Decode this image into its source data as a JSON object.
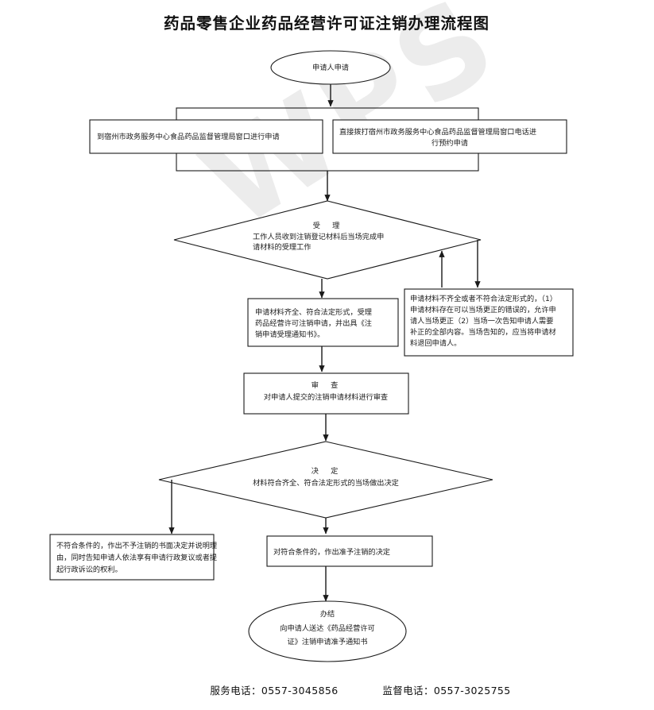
{
  "document": {
    "title": "药品零售企业药品经营许可证注销办理流程图",
    "watermark": "WPS"
  },
  "flow": {
    "start": {
      "label": "申请人申请",
      "shape": "ellipse"
    },
    "channel_left": {
      "label": "到宿州市政务服务中心食品药品监督管理局窗口进行申请",
      "shape": "rect"
    },
    "channel_right": {
      "line1": "直接拨打宿州市政务服务中心食品药品监督管理局窗口电话进",
      "line2": "行预约申请",
      "shape": "rect"
    },
    "accept": {
      "heading": "受　理",
      "line1": "工作人员收到注销登记材料后当场完成申",
      "line2": "请材料的受理工作",
      "shape": "diamond"
    },
    "accept_ok": {
      "line1": "申请材料齐全、符合法定形式，受理",
      "line2": "药品经营许可注销申请，并出具《注",
      "line3": "销申请受理通知书》。",
      "shape": "rect"
    },
    "accept_fail": {
      "line1": "申请材料不齐全或者不符合法定形式的，（1）",
      "line2": "申请材料存在可以当场更正的错误的，允许申",
      "line3": "请人当场更正（2）当场一次告知申请人需要",
      "line4": "补正的全部内容。当场告知的，应当将申请材",
      "line5": "料退回申请人。",
      "shape": "rect"
    },
    "review": {
      "heading": "审　查",
      "line1": "对申请人提交的注销申请材料进行审查",
      "shape": "rect"
    },
    "decision": {
      "heading": "决　定",
      "line1": "材料符合齐全、符合法定形式的当场做出决定",
      "shape": "diamond"
    },
    "decision_reject": {
      "line1": "不符合条件的，作出不予注销的书面决定并说明理",
      "line2": "由，同时告知申请人依法享有申请行政复议或者提",
      "line3": "起行政诉讼的权利。",
      "shape": "rect"
    },
    "decision_approve": {
      "line1": "对符合条件的，作出准予注销的决定",
      "shape": "rect"
    },
    "end": {
      "heading": "办结",
      "line1": "向申请人送达《药品经营许可",
      "line2": "证》注销申请准予通知书",
      "shape": "ellipse"
    }
  },
  "footer": {
    "service_phone": "服务电话：0557-3045856",
    "supervision_phone": "监督电话：0557-3025755"
  },
  "colors": {
    "stroke": "#1a1a1a",
    "background": "#ffffff",
    "watermark": "#e9e9e9"
  }
}
